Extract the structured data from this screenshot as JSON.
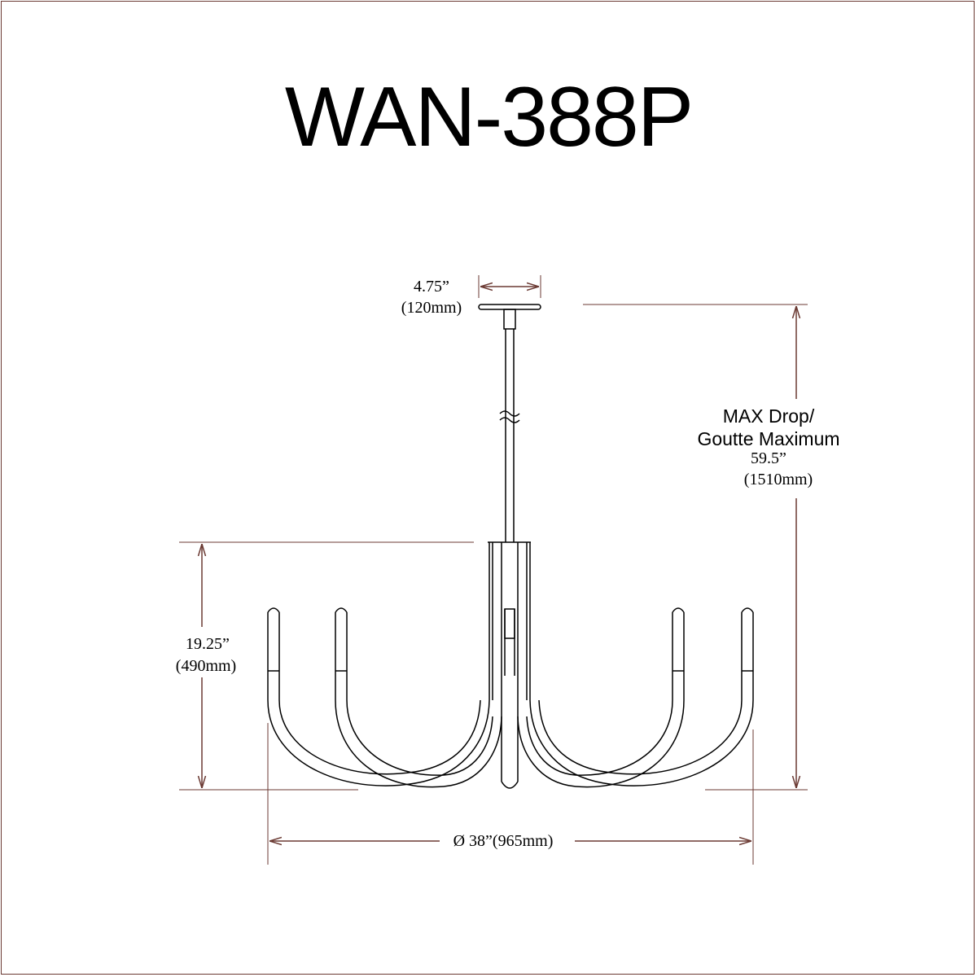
{
  "title": "WAN-388P",
  "dimensions": {
    "canopy_width_in": "4.75”",
    "canopy_width_mm": "(120mm)",
    "max_drop_label_1": "MAX Drop/",
    "max_drop_label_2": "Goutte Maximum",
    "max_drop_in": "59.5”",
    "max_drop_mm": "(1510mm)",
    "height_in": "19.25”",
    "height_mm": "(490mm)",
    "diameter": "Ø 38”(965mm)"
  },
  "colors": {
    "line": "#6b3a33",
    "text": "#000000"
  }
}
